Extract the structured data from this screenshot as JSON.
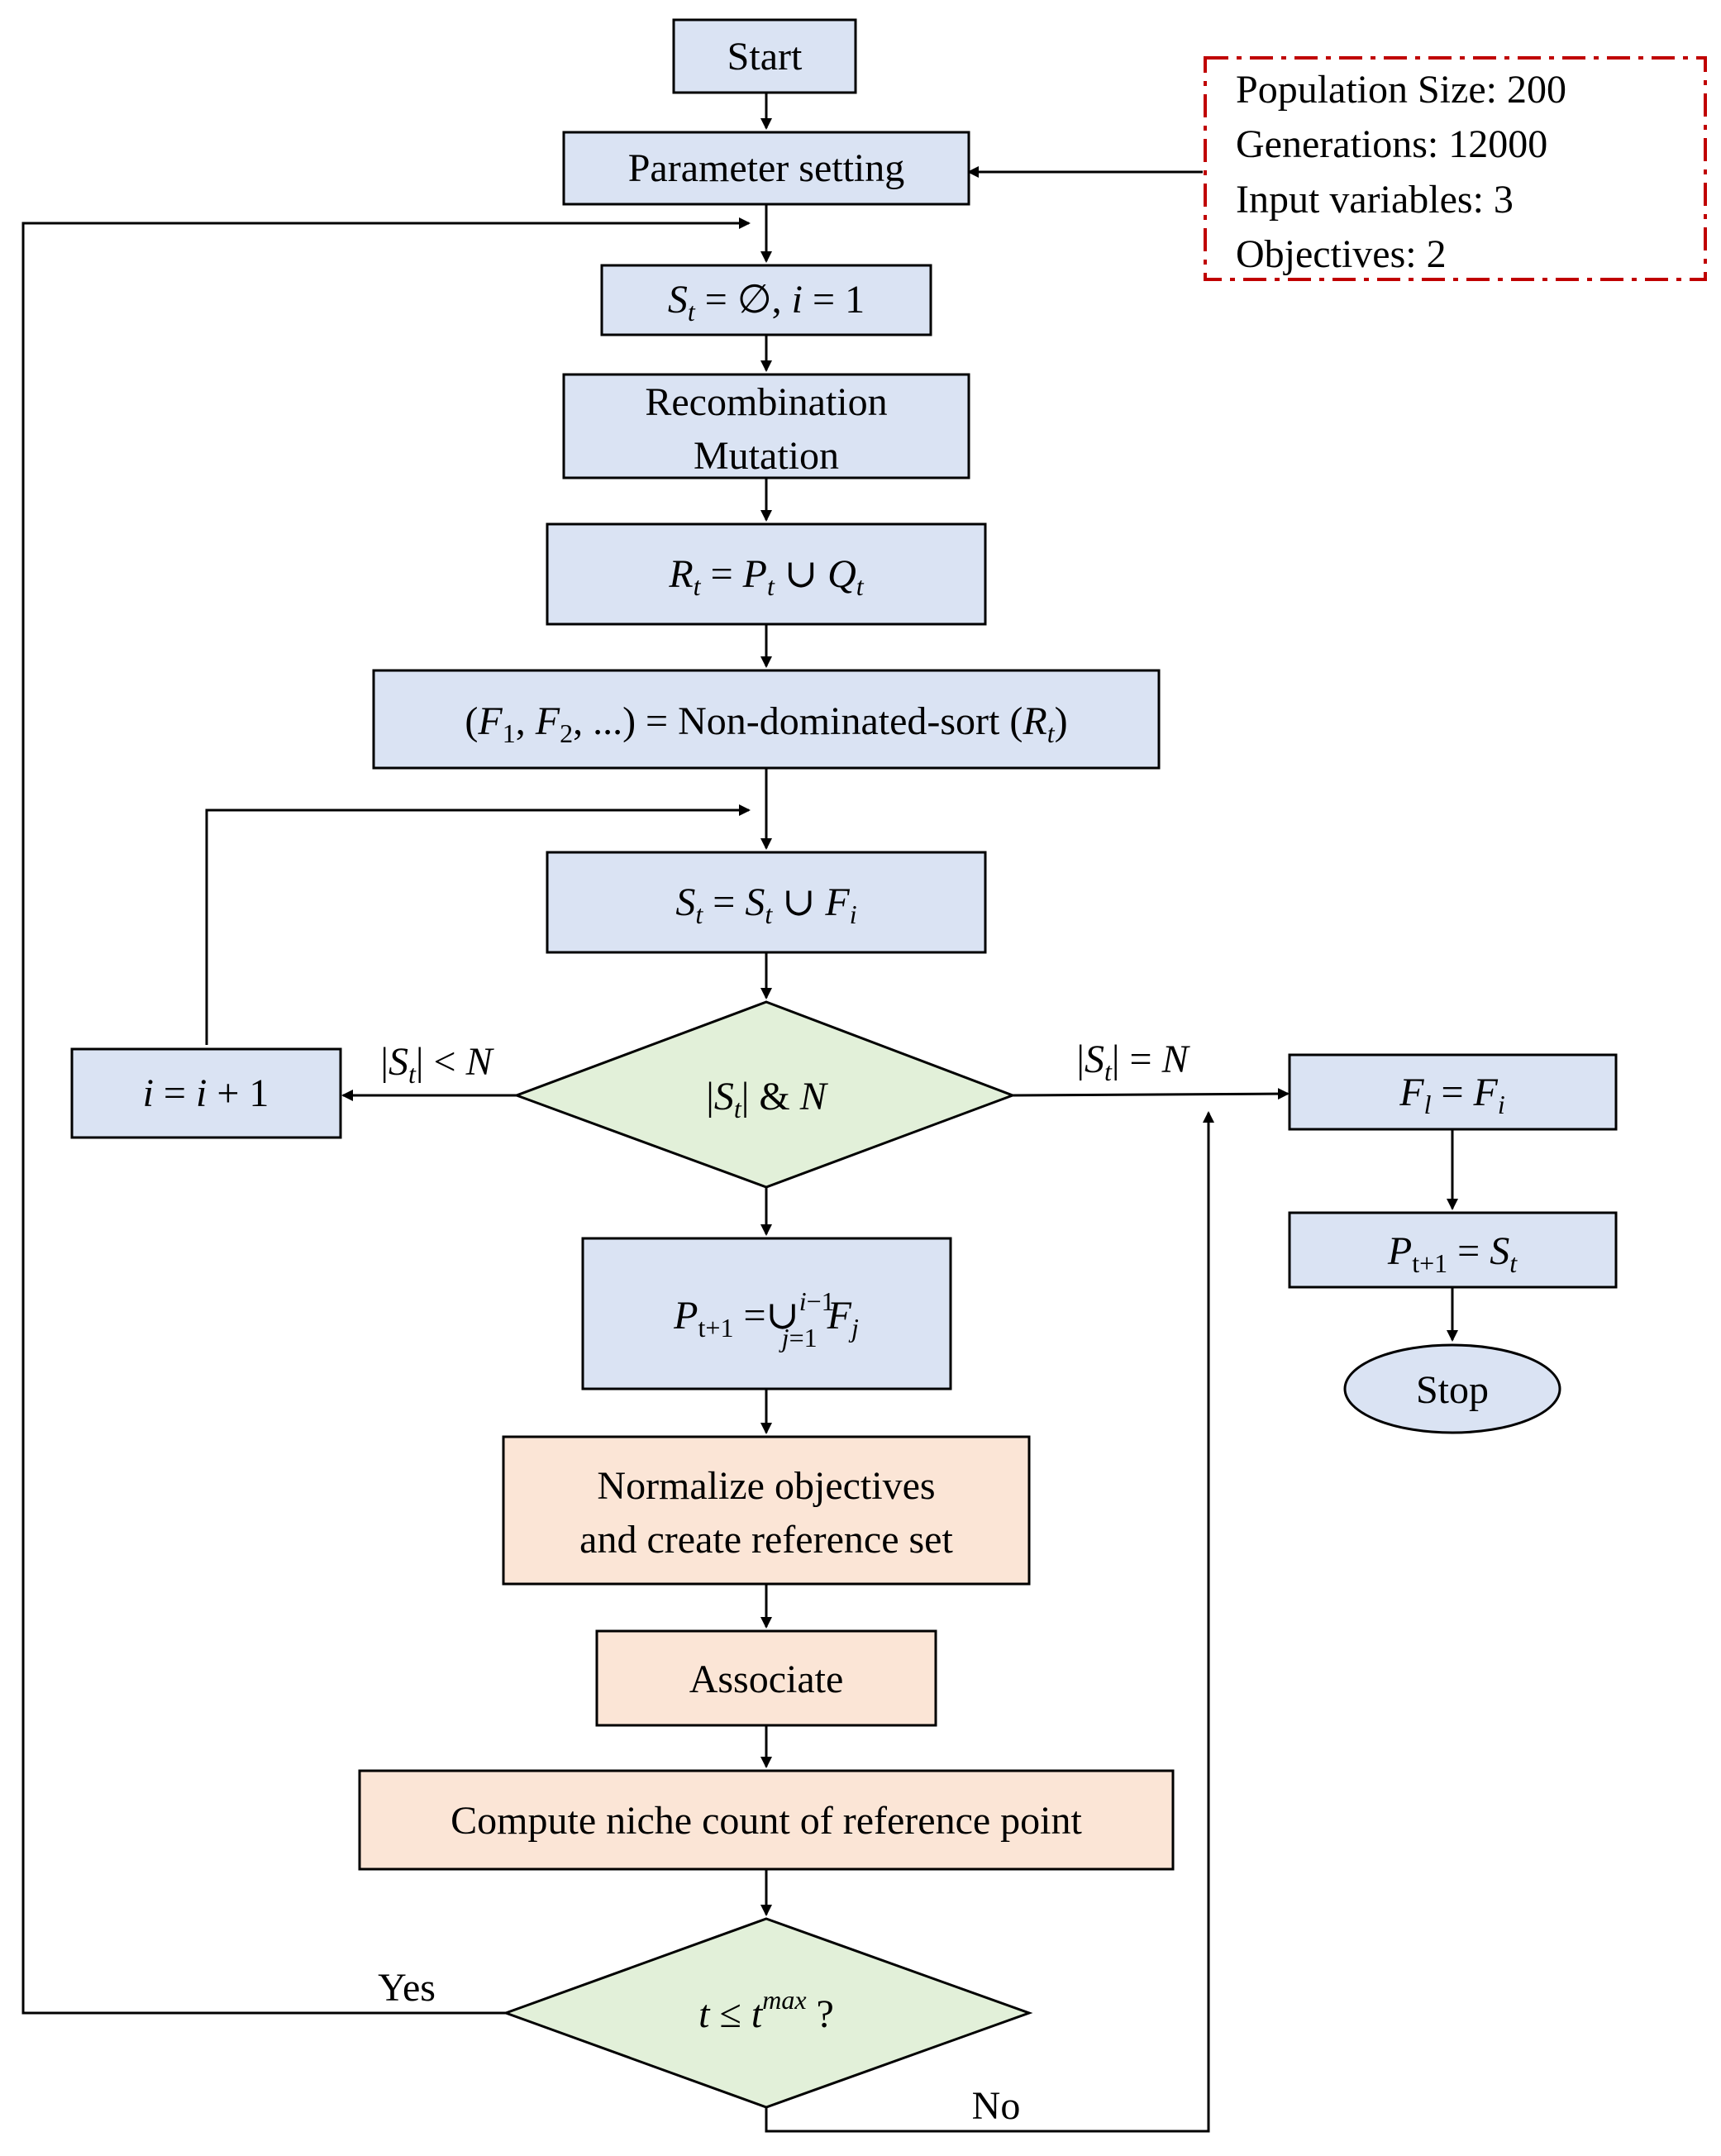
{
  "nodes": {
    "start": "Start",
    "parameter_setting": "Parameter setting",
    "init": "S_t = ∅, i = 1",
    "recombination_line1": "Recombination",
    "recombination_line2": "Mutation",
    "union": "R_t = P_t ∪ Q_t",
    "nondominated_sort": "(F_1, F_2, ...) = Non-dominated-sort (R_t)",
    "accumulate": "S_t = S_t ∪ F_i",
    "compare": "|S_t| & N",
    "increment": "i = i + 1",
    "last_front": "F_l = F_i",
    "next_pop_equal": "P_{t+1} = S_t",
    "stop": "Stop",
    "next_pop_union": "P_{t+1} = ∪_{j=1}^{i−1} F_j",
    "normalize_line1": "Normalize objectives",
    "normalize_line2": "and create reference set",
    "associate": "Associate",
    "niche": "Compute niche count of reference point",
    "termination": "t ≤ t^max ?"
  },
  "edges": {
    "less_than": "|S_t| < N",
    "equal": "|S_t| = N",
    "yes": "Yes",
    "no": "No"
  },
  "parameters": [
    "Population Size: 200",
    "Generations: 12000",
    "Input variables: 3",
    "Objectives: 2"
  ],
  "colors": {
    "blue_box": "#dae3f3",
    "orange_box": "#fbe5d6",
    "green_diamond": "#e2f0d9",
    "param_border": "#c00000"
  }
}
